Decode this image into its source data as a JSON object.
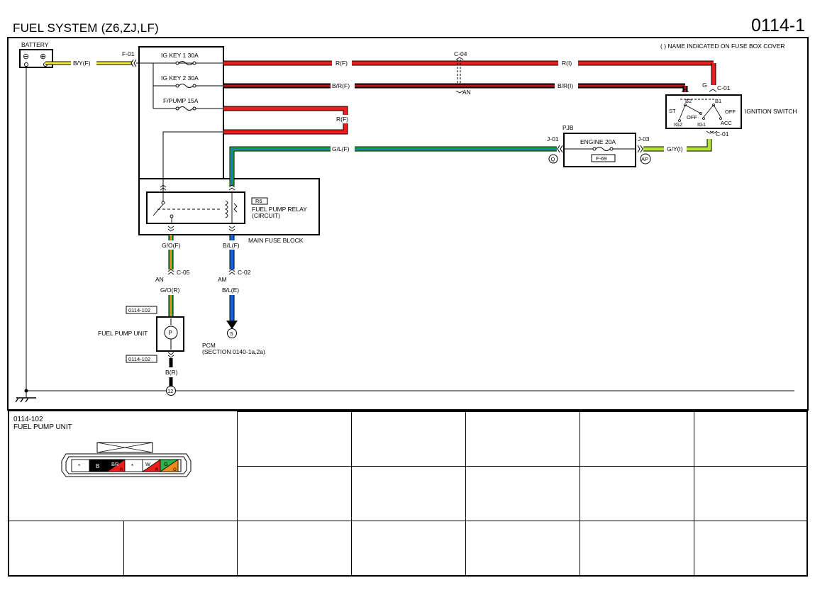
{
  "header": {
    "title": "FUEL SYSTEM (Z6,ZJ,LF)",
    "page_code": "0114-1"
  },
  "notes": {
    "fuse_box_note": "( ) NAME INDICATED ON FUSE BOX COVER"
  },
  "battery": {
    "label": "BATTERY",
    "minus": "⊖",
    "plus": "⊕"
  },
  "connectors": {
    "f01": "F-01",
    "c04": "C-04",
    "c01_top": "C-01",
    "c01_bot": "C-01",
    "j01": "J-01",
    "j03": "J-03",
    "c05": "C-05",
    "c02": "C-02"
  },
  "wires": {
    "by_f": "B/Y(F)",
    "r_f_top": "R(F)",
    "r_i": "R(I)",
    "br_f": "B/R(F)",
    "br_i": "B/R(I)",
    "an_c04": "AN",
    "r_f_fpump": "R(F)",
    "g_top": "G",
    "gl_f": "G/L(F)",
    "gy_i": "G/Y(I)",
    "go_f": "G/O(F)",
    "an_c05": "AN",
    "go_r": "G/O(R)",
    "bl_f": "B/L(F)",
    "am_c02": "AM",
    "bl_e": "B/L(E)",
    "b_r": "B(R)"
  },
  "fuses": {
    "ig_key1": "IG KEY 1 30A",
    "ig_key2": "IG KEY 2 30A",
    "fpump": "F/PUMP 15A",
    "engine": "ENGINE 20A",
    "engine_id": "F-69"
  },
  "main_fuse_block": {
    "label": "MAIN FUSE BLOCK"
  },
  "pjb": {
    "label": "PJB"
  },
  "ignition_switch": {
    "label": "IGNITION SWITCH",
    "b2": "B2",
    "b1": "B1",
    "st": "ST",
    "off1": "OFF",
    "off2": "OFF",
    "ig2": "IG2",
    "ig1": "IG1",
    "acc": "ACC"
  },
  "relay": {
    "id": "R6",
    "name_line1": "FUEL PUMP RELAY",
    "name_line2": "(CIRCUIT)"
  },
  "markers": {
    "q": "Q",
    "ap": "AP",
    "pcm_ref": "5",
    "ground_ref": "12"
  },
  "pcm": {
    "line1": "PCM",
    "line2": "(SECTION 0140-1a,2a)"
  },
  "fuel_pump_unit": {
    "label": "FUEL PUMP UNIT",
    "ref_top": "0114-102",
    "ref_bottom": "0114-102",
    "symbol": "P"
  },
  "connector_view": {
    "code": "0114-102",
    "name": "FUEL PUMP UNIT",
    "pins": [
      "*",
      "B",
      "BR",
      "*",
      "W",
      "G"
    ],
    "pin_subs": [
      "",
      "",
      "R",
      "",
      "R",
      "O"
    ]
  },
  "colors": {
    "red": "#ee1c1c",
    "yellow": "#f2ef2f",
    "green": "#2db24a",
    "blue": "#1565d8",
    "orange": "#f08a1c",
    "lime": "#b7e23a",
    "black": "#000000"
  }
}
